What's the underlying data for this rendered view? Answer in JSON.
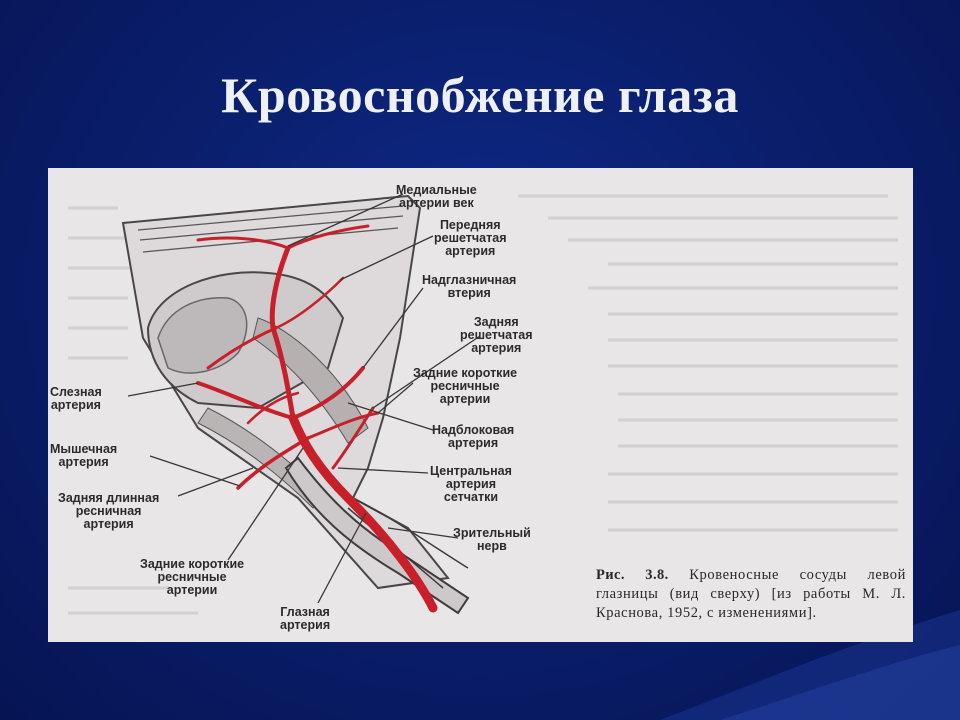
{
  "slide": {
    "title": "Кровоснобжение глаза"
  },
  "figure": {
    "labels": {
      "medial_eyelid": [
        "Медиальные",
        "артерии век"
      ],
      "anterior_ethmoidal": [
        "Передняя",
        "решетчатая",
        "артерия"
      ],
      "supraorbital": [
        "Надглазничная",
        "втерия"
      ],
      "posterior_ethmoidal": [
        "Задняя",
        "решетчатая",
        "артерия"
      ],
      "short_ciliary_right": [
        "Задние короткие",
        "ресничные",
        "артерии"
      ],
      "supratrochlear": [
        "Надблоковая",
        "артерия"
      ],
      "central_retinal": [
        "Центральная",
        "артерия",
        "сетчатки"
      ],
      "optic_nerve": [
        "Зрительный",
        "нерв"
      ],
      "lacrimal": [
        "Слезная",
        "артерия"
      ],
      "muscular": [
        "Мышечная",
        "артерия"
      ],
      "long_ciliary": [
        "Задняя длинная",
        "ресничная",
        "артерия"
      ],
      "short_ciliary_bottom": [
        "Задние короткие",
        "ресничные",
        "артерии"
      ],
      "ophthalmic": [
        "Глазная",
        "артерия"
      ]
    },
    "caption": {
      "prefix": "Рис. 3.8.",
      "text": "Кровеносные сосуды левой глазницы (вид сверху) [из работы М. Л. Краснова, 1952, с изменениями]."
    }
  },
  "colors": {
    "background": "#0a1f6e",
    "title": "#eef0f6",
    "figure_bg": "#e9e6e7",
    "artery": "#c8202a",
    "ink": "#2d2a2b"
  }
}
